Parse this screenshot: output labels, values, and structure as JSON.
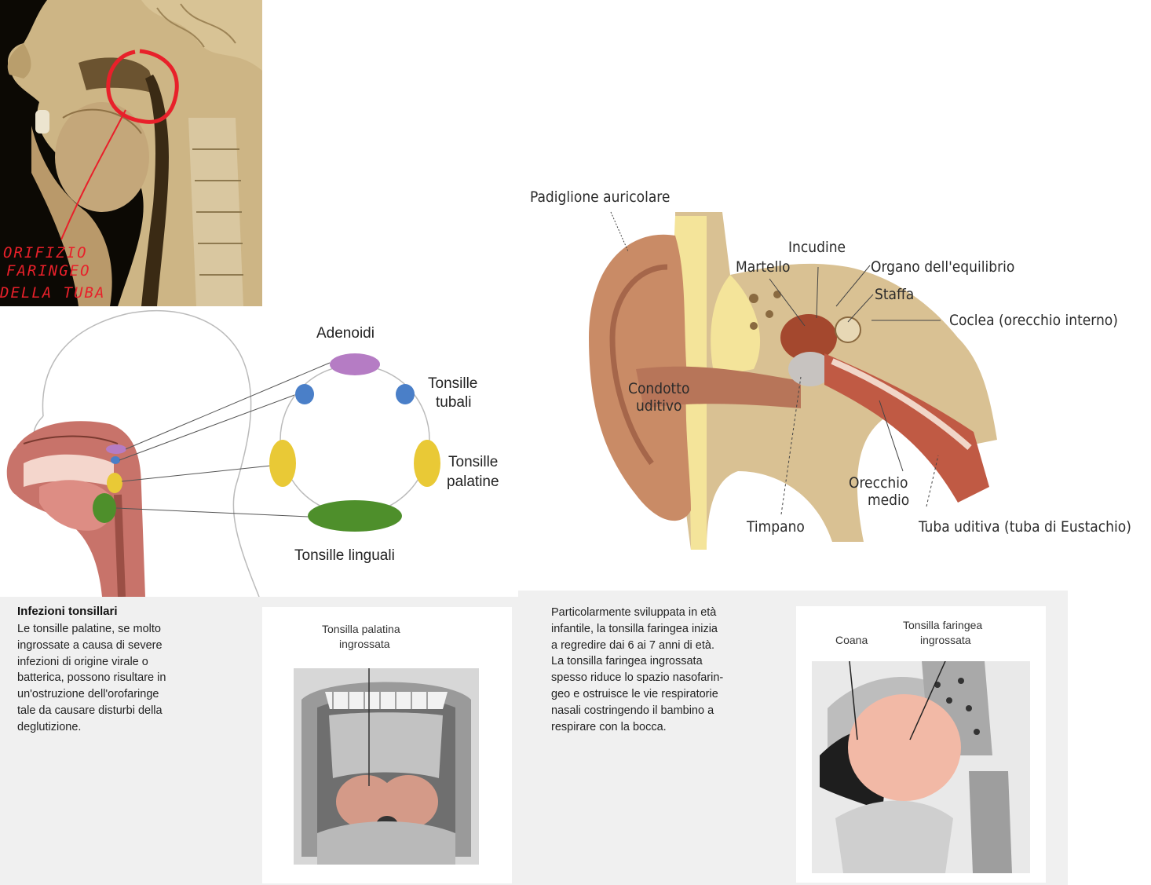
{
  "cadaver": {
    "handwritten_note": [
      "ORIFIZIO",
      "FARINGEO",
      "DELLA TUBA"
    ],
    "annotation_color": "#e8202a"
  },
  "tonsils": {
    "adenoidi": "Adenoidi",
    "tubali": [
      "Tonsille",
      "tubali"
    ],
    "palatine": [
      "Tonsille",
      "palatine"
    ],
    "linguali": "Tonsille linguali",
    "colors": {
      "adenoid": "#b57cc4",
      "tubal": "#4a7fc8",
      "palatine": "#e9c936",
      "lingual": "#4e8f2b"
    }
  },
  "ear": {
    "padiglione": "Padiglione auricolare",
    "incudine": "Incudine",
    "martello": "Martello",
    "equilibrio": "Organo dell'equilibrio",
    "staffa": "Staffa",
    "coclea": "Coclea (orecchio interno)",
    "condotto": [
      "Condotto",
      "uditivo"
    ],
    "orecchio_medio": [
      "Orecchio",
      "medio"
    ],
    "timpano": "Timpano",
    "tuba": "Tuba uditiva (tuba di Eustachio)"
  },
  "infections": {
    "title": "Infezioni tonsillari",
    "lines": [
      "Le tonsille palatine, se molto",
      "ingrossate a causa di severe",
      "infezioni di origine virale o",
      "batterica, possono risultare in",
      "un'ostruzione dell'orofaringe",
      "tale da causare disturbi della",
      "deglutizione."
    ],
    "figure_label": [
      "Tonsilla palatina",
      "ingrossata"
    ]
  },
  "pharyngeal": {
    "lines": [
      "Particolarmente sviluppata in età",
      "infantile, la tonsilla faringea inizia",
      "a regredire dai 6 ai 7 anni di età.",
      "La tonsilla faringea ingrossata",
      "spesso riduce lo spazio nasofarin-",
      "geo e ostruisce le vie respiratorie",
      "nasali costringendo il bambino a",
      "respirare con la bocca."
    ],
    "coana": "Coana",
    "figure_label": [
      "Tonsilla faringea",
      "ingrossata"
    ]
  }
}
